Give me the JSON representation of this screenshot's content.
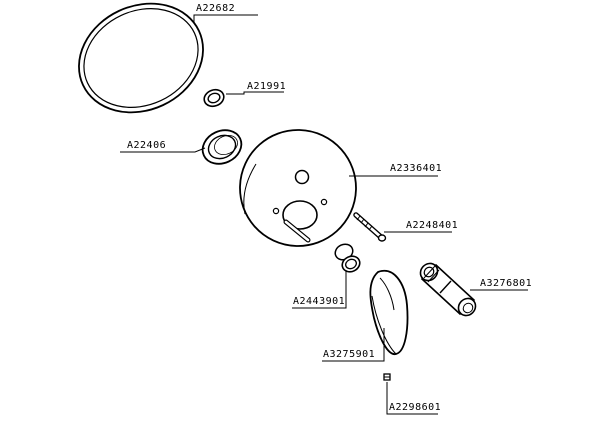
{
  "parts": {
    "ring": "A22682",
    "cap": "A21991",
    "collar": "A22406",
    "plate": "A2336401",
    "screw": "A2248401",
    "sleeve": "A2443901",
    "extension": "A3276801",
    "handle": "A3275901",
    "grub_screw": "A2298601"
  }
}
